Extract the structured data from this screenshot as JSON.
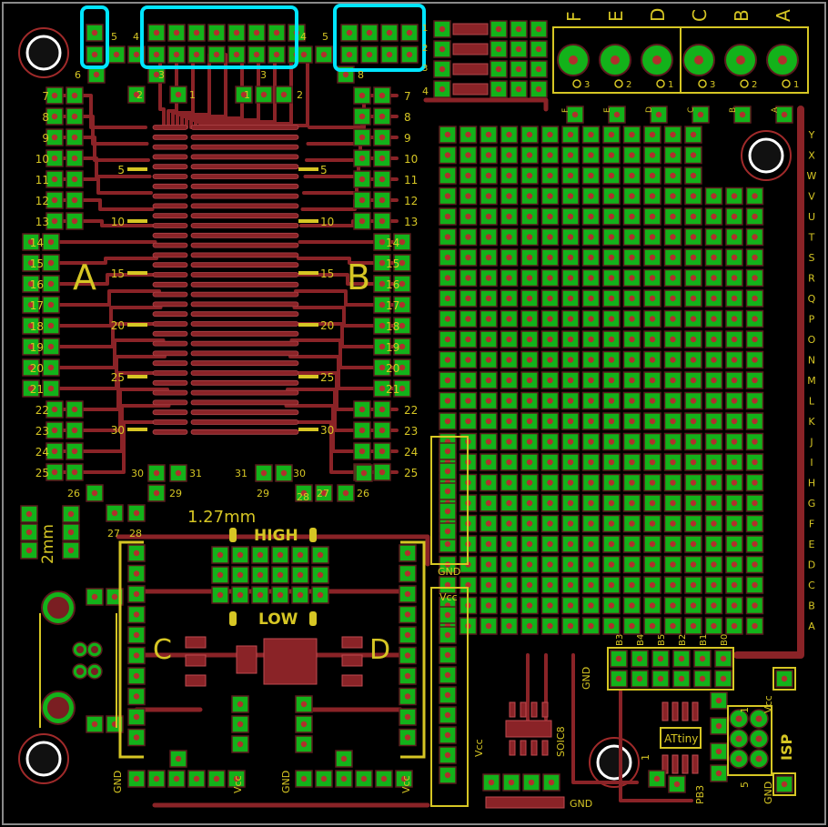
{
  "colors": {
    "background": "#000000",
    "copper": "#8a2327",
    "pad": "#13b21a",
    "drill": "#b0302c",
    "silk": "#d6c624",
    "highlight": "#00e5ff",
    "outline": "#8a8a8a"
  },
  "labels": {
    "side_a": "A",
    "side_b": "B",
    "side_c": "C",
    "side_d": "D",
    "pitch": "1.27mm",
    "high": "HIGH",
    "low": "LOW",
    "two_mm": "2mm",
    "gnd": "GND",
    "vcc": "Vcc",
    "soic8": "SOIC8",
    "attiny": "ATtiny",
    "isp": "ISP",
    "pb3": "PB3"
  },
  "top_connector_letters": [
    "F",
    "E",
    "D",
    "C",
    "B",
    "A"
  ],
  "connector_pin_numbers": [
    "3",
    "2",
    "1",
    "3",
    "2",
    "1"
  ],
  "grid_row_letters": [
    "Y",
    "X",
    "W",
    "V",
    "U",
    "T",
    "S",
    "R",
    "Q",
    "P",
    "O",
    "N",
    "M",
    "L",
    "K",
    "J",
    "I",
    "H",
    "G",
    "F",
    "E",
    "D",
    "C",
    "B",
    "A"
  ],
  "grid_col_letters": [
    "F",
    "E",
    "D",
    "C",
    "B",
    "A"
  ],
  "port_b_labels": [
    "B3",
    "B4",
    "B5",
    "B2",
    "B1",
    "B0"
  ],
  "left_pin_numbers": [
    "7",
    "8",
    "9",
    "10",
    "11",
    "12",
    "13",
    "14",
    "15",
    "16",
    "17",
    "18",
    "19",
    "20",
    "21",
    "22",
    "23",
    "24",
    "25"
  ],
  "fine_pitch_markers": [
    "5",
    "10",
    "15",
    "20",
    "25",
    "30"
  ],
  "misc_numbers": {
    "top_left_5": "5",
    "top_left_4": "4",
    "top_left_6": "6",
    "top_mid_3a": "3",
    "top_mid_2": "2",
    "top_mid_1a": "1",
    "top_mid_1b": "1",
    "top_mid_2b": "2",
    "top_mid_3b": "3",
    "top_right_4": "4",
    "top_right_5": "5",
    "top_right_8": "8",
    "bot_30a": "30",
    "bot_31a": "31",
    "bot_29a": "29",
    "bot_31b": "31",
    "bot_30b": "30",
    "bot_29b": "29",
    "bot_28a": "28",
    "bot_27a": "27",
    "bot_26a": "26",
    "bot_27b": "27",
    "bot_28b": "28",
    "bot_26b": "26",
    "rj_1": "1",
    "rj_2": "2",
    "rj_3": "3",
    "rj_4": "4",
    "isp_1": "1",
    "isp_5": "5",
    "one": "1"
  }
}
